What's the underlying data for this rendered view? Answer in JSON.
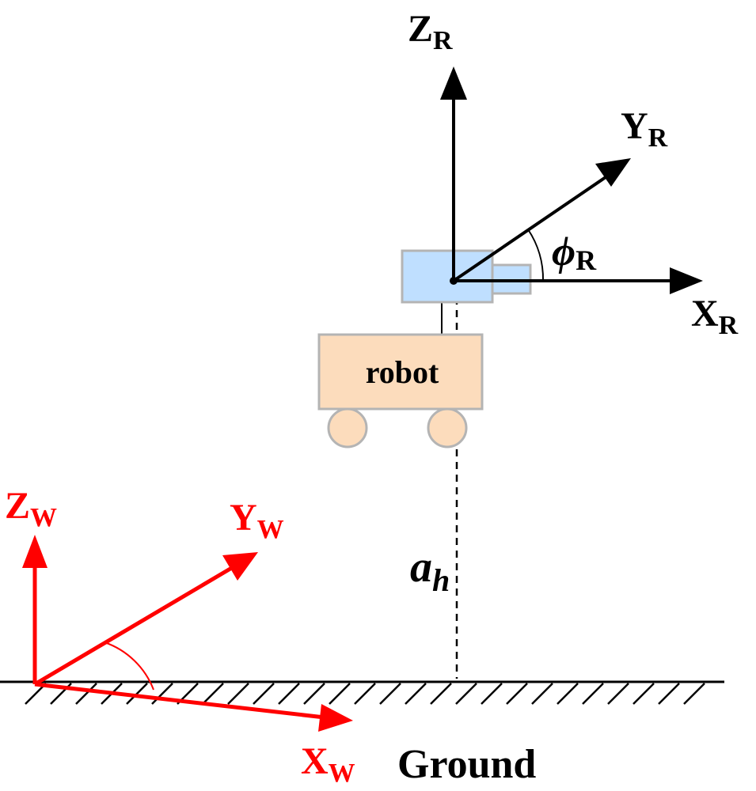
{
  "colors": {
    "robot_frame": "#000000",
    "world_frame": "#ff0000",
    "camera_fill": "#bfdfff",
    "robot_body_fill": "#fcdcbc",
    "part_stroke": "#b4b4b4"
  },
  "robot_frame": {
    "z_axis": {
      "letter": "Z",
      "sub": "R"
    },
    "y_axis": {
      "letter": "Y",
      "sub": "R"
    },
    "x_axis": {
      "letter": "X",
      "sub": "R"
    },
    "angle": {
      "symbol": "ϕ",
      "sub": "R"
    }
  },
  "world_frame": {
    "z_axis": {
      "letter": "Z",
      "sub": "W"
    },
    "y_axis": {
      "letter": "Y",
      "sub": "W"
    },
    "x_axis": {
      "letter": "X",
      "sub": "W"
    }
  },
  "robot": {
    "label": "robot"
  },
  "height": {
    "symbol": "a",
    "sub": "h"
  },
  "ground": {
    "label": "Ground"
  }
}
